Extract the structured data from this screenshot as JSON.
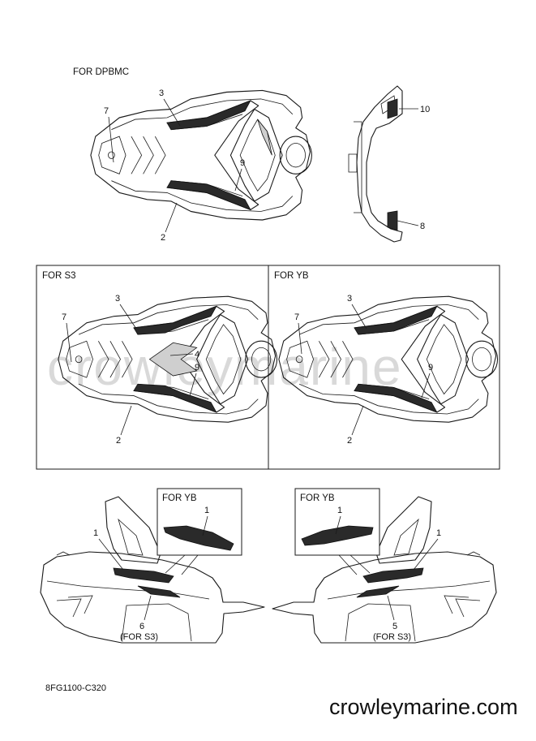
{
  "diagram": {
    "code": "8FG1100-C320",
    "site": "crowleymarine.com",
    "watermark": "crowleymarine",
    "sections": {
      "top": {
        "header": "FOR DPBMC",
        "callouts": {
          "a": "7",
          "b": "3",
          "c": "9",
          "d": "2",
          "e": "10",
          "f": "8"
        }
      },
      "s3": {
        "header": "FOR S3",
        "callouts": {
          "a": "7",
          "b": "3",
          "c": "4",
          "d": "9",
          "e": "2"
        }
      },
      "yb": {
        "header": "FOR YB",
        "callouts": {
          "a": "7",
          "b": "3",
          "c": "9",
          "d": "2"
        }
      },
      "left_side": {
        "inset_header": "FOR YB",
        "inset_callout": "1",
        "callout_main": "1",
        "callout_bottom": "6",
        "callout_note": "(FOR S3)"
      },
      "right_side": {
        "inset_header": "FOR YB",
        "inset_callout": "1",
        "callout_main": "1",
        "callout_bottom": "5",
        "callout_note": "(FOR S3)"
      }
    }
  }
}
